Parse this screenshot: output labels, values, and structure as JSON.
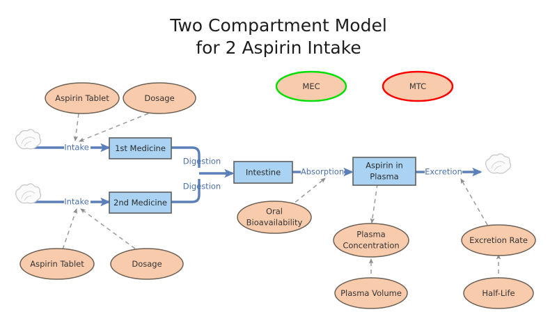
{
  "title": {
    "line1": "Two Compartment Model",
    "line2": "for 2 Aspirin Intake"
  },
  "colors": {
    "background": "#ffffff",
    "box_fill": "#a9d2f3",
    "box_stroke": "#5d5d5d",
    "ellipse_fill": "#f9cbad",
    "ellipse_stroke": "#6b6053",
    "mec_stroke": "#00e000",
    "mtc_stroke": "#fa0000",
    "solid_edge": "#5b7fb9",
    "dashed_edge": "#9a9a9a",
    "edge_label": "#4a6fae",
    "title_text": "#1d1d1d",
    "cloud_fill": "#fbfbfb",
    "cloud_stroke": "#c8c8cc"
  },
  "nodes": {
    "boxes": [
      {
        "id": "medicine1",
        "label": "1st Medicine"
      },
      {
        "id": "medicine2",
        "label": "2nd Medicine"
      },
      {
        "id": "intestine",
        "label": "Intestine"
      },
      {
        "id": "plasma",
        "label_line1": "Aspirin in",
        "label_line2": "Plasma"
      }
    ],
    "ellipses": [
      {
        "id": "aspirin-tablet-top",
        "label": "Aspirin Tablet"
      },
      {
        "id": "dosage-top",
        "label": "Dosage"
      },
      {
        "id": "mec",
        "label": "MEC"
      },
      {
        "id": "mtc",
        "label": "MTC"
      },
      {
        "id": "aspirin-tablet-bottom",
        "label": "Aspirin Tablet"
      },
      {
        "id": "dosage-bottom",
        "label": "Dosage"
      },
      {
        "id": "oral-bioavailability",
        "label_line1": "Oral",
        "label_line2": "Bioavailability"
      },
      {
        "id": "plasma-concentration",
        "label_line1": "Plasma",
        "label_line2": "Concentration"
      },
      {
        "id": "plasma-volume",
        "label": "Plasma Volume"
      },
      {
        "id": "excretion-rate",
        "label": "Excretion Rate"
      },
      {
        "id": "half-life",
        "label": "Half-Life"
      }
    ],
    "clouds": [
      {
        "id": "source-cloud-1"
      },
      {
        "id": "source-cloud-2"
      },
      {
        "id": "sink-cloud"
      }
    ]
  },
  "edges": {
    "labels": [
      {
        "id": "intake-1",
        "text": "Intake"
      },
      {
        "id": "intake-2",
        "text": "Intake"
      },
      {
        "id": "digestion-1",
        "text": "Digestion"
      },
      {
        "id": "digestion-2",
        "text": "Digestion"
      },
      {
        "id": "absorption",
        "text": "Absorption"
      },
      {
        "id": "excretion",
        "text": "Excretion"
      }
    ]
  }
}
